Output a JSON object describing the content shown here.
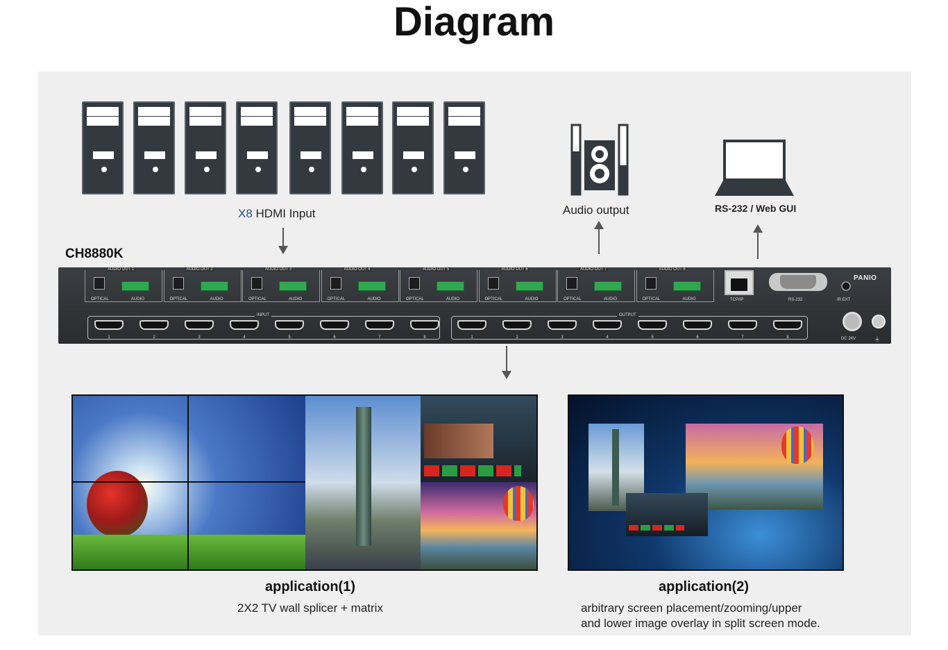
{
  "title": "Diagram",
  "inputs": {
    "count_prefix": "X8",
    "label": " HDMI Input"
  },
  "audio_output": {
    "label": "Audio output"
  },
  "control": {
    "label": "RS-232  / Web GUI"
  },
  "model": "CH8880K",
  "device": {
    "brand": "PANIO",
    "audio_out_labels": [
      "AUDIO OUT 1",
      "AUDIO OUT 2",
      "AUDIO OUT 3",
      "AUDIO OUT 4",
      "AUDIO OUT 5",
      "AUDIO OUT 6",
      "AUDIO OUT 7",
      "AUDIO OUT 8"
    ],
    "optical_label": "OPTICAL",
    "audio_label": "AUDIO",
    "input_label": "INPUT",
    "output_label": "OUTPUT",
    "port_numbers": [
      "1",
      "2",
      "3",
      "4",
      "5",
      "6",
      "7",
      "8"
    ],
    "tcpip_label": "TCP/IP",
    "rs232_label": "RS-232",
    "irext_label": "IR EXT",
    "dc_label": "DC 24V"
  },
  "application1": {
    "title": "application(1)",
    "subtitle": "2X2 TV wall splicer + matrix"
  },
  "application2": {
    "title": "application(2)",
    "subtitle_line1": "arbitrary screen placement/zooming/upper",
    "subtitle_line2": "and lower image overlay in split screen mode."
  },
  "colors": {
    "accent": "#2d4f8c",
    "pc_body": "#33393f",
    "device_body": "#2e3134",
    "panel_bg": "#efefef",
    "terminal_green": "#2fa84f"
  }
}
